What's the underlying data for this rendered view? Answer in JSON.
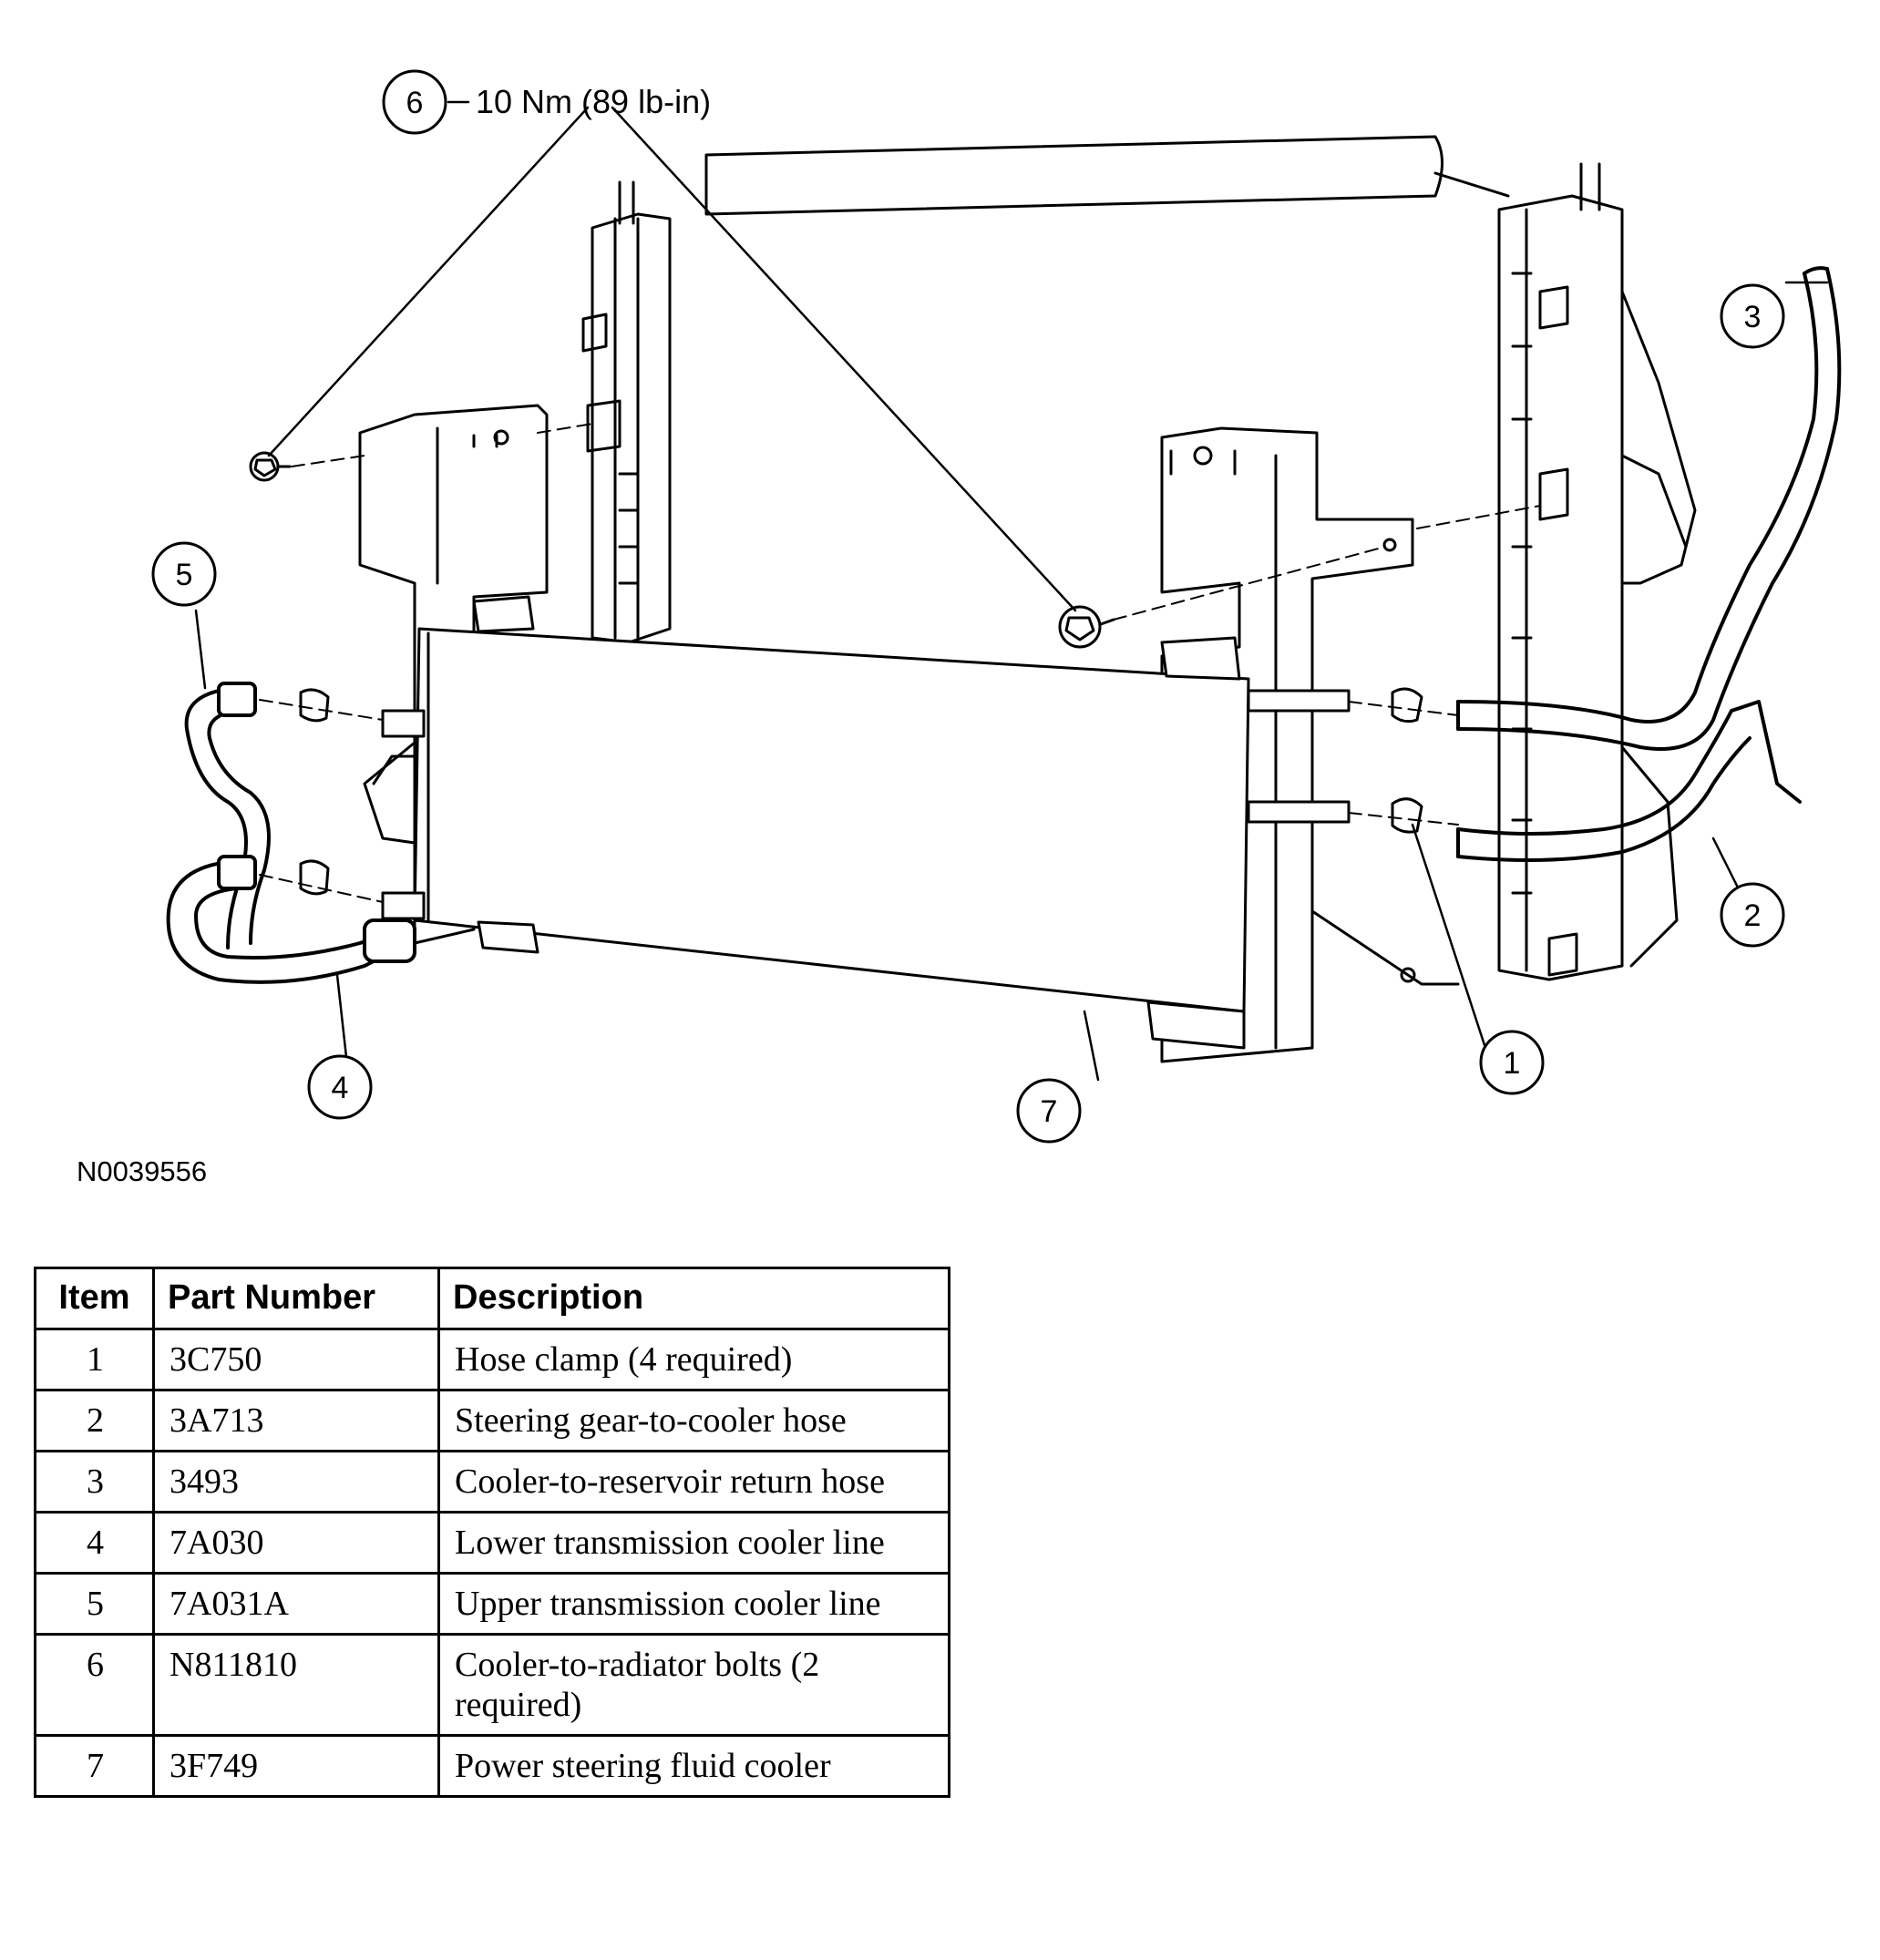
{
  "diagram": {
    "torque_spec": "10 Nm (89 lb-in)",
    "figure_id": "N0039556",
    "callouts": [
      "1",
      "2",
      "3",
      "4",
      "5",
      "6",
      "7"
    ]
  },
  "table": {
    "headers": {
      "item": "Item",
      "part_number": "Part Number",
      "description": "Description"
    },
    "rows": [
      {
        "item": "1",
        "part_number": "3C750",
        "description": "Hose clamp (4 required)"
      },
      {
        "item": "2",
        "part_number": "3A713",
        "description": "Steering gear-to-cooler hose"
      },
      {
        "item": "3",
        "part_number": "3493",
        "description": "Cooler-to-reservoir return hose"
      },
      {
        "item": "4",
        "part_number": "7A030",
        "description": "Lower transmission cooler line"
      },
      {
        "item": "5",
        "part_number": "7A031A",
        "description": "Upper transmission cooler line"
      },
      {
        "item": "6",
        "part_number": "N811810",
        "description": "Cooler-to-radiator bolts (2 required)"
      },
      {
        "item": "7",
        "part_number": "3F749",
        "description": "Power steering fluid cooler"
      }
    ]
  }
}
